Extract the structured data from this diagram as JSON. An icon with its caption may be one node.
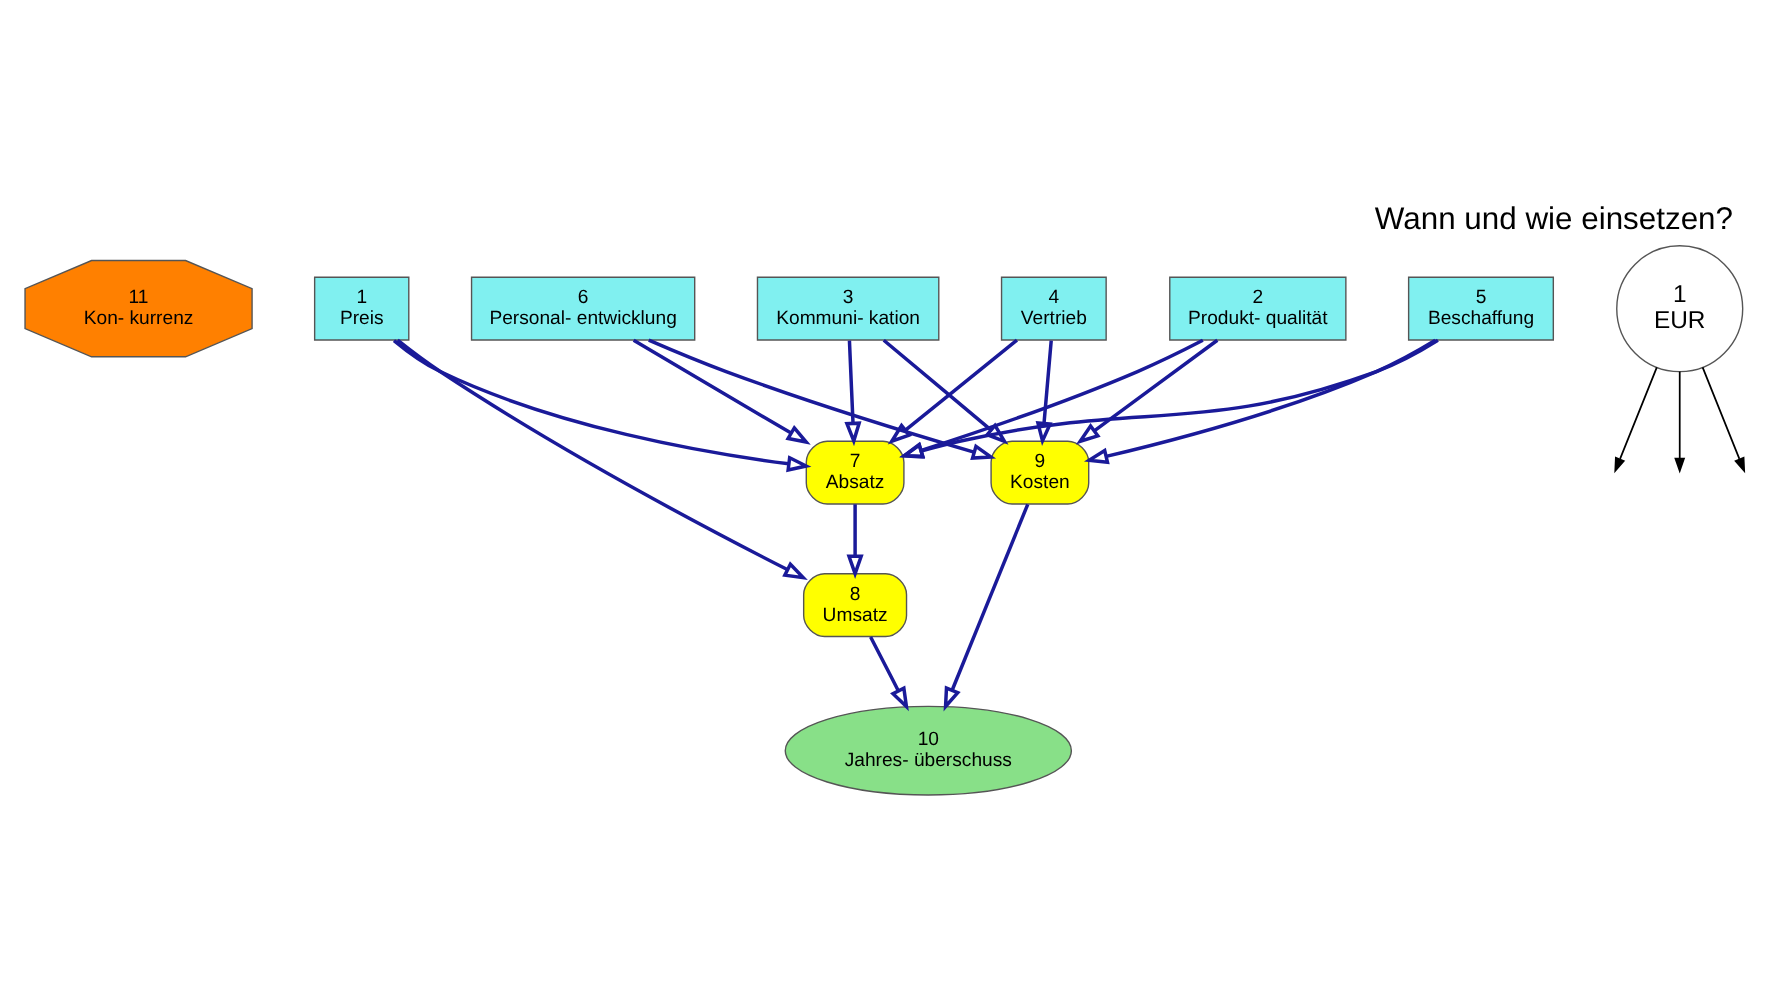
{
  "diagram": {
    "title": "Wann und wie einsetzen?",
    "nodes": [
      {
        "text": [
          "11",
          "Kon- kurrenz"
        ]
      },
      {
        "text": [
          "3",
          "Kommuni- kation"
        ]
      },
      {
        "text": [
          "4",
          "Vertrieb"
        ]
      },
      {
        "text": [
          "1",
          "EUR"
        ]
      },
      {
        "text": [
          "2",
          "Produkt- qualität"
        ]
      },
      {
        "text": [
          "5",
          "Beschaffung"
        ]
      },
      {
        "text": [
          "1",
          "Preis"
        ]
      },
      {
        "text": [
          "7",
          "Absatz"
        ]
      },
      {
        "text": [
          "6",
          "Personal- entwicklung"
        ]
      },
      {
        "text": [
          "8",
          "Umsatz"
        ]
      },
      {
        "text": [
          "9",
          "Kosten"
        ]
      },
      {
        "text": [
          "10",
          "Jahres- überschuss"
        ]
      }
    ],
    "edges": [
      {
        "from": 6,
        "to": 7,
        "arrow": "to"
      },
      {
        "from": 6,
        "to": 9,
        "arrow": "to"
      },
      {
        "from": 4,
        "to": 7,
        "arrow": "to"
      },
      {
        "from": 4,
        "to": 10,
        "arrow": "to"
      },
      {
        "from": 1,
        "to": 7,
        "arrow": "to"
      },
      {
        "from": 1,
        "to": 10,
        "arrow": "to"
      },
      {
        "from": 2,
        "to": 7,
        "arrow": "to"
      },
      {
        "from": 2,
        "to": 10,
        "arrow": "to"
      },
      {
        "from": 5,
        "to": 7,
        "arrow": "to"
      },
      {
        "from": 5,
        "to": 10,
        "arrow": "to"
      },
      {
        "from": 8,
        "to": 7,
        "arrow": "to"
      },
      {
        "from": 8,
        "to": 10,
        "arrow": "to"
      },
      {
        "from": 7,
        "to": 9,
        "arrow": "to"
      },
      {
        "from": 9,
        "to": 11,
        "arrow": "to"
      },
      {
        "from": 10,
        "to": 11,
        "arrow": "to"
      },
      {
        "from": 3,
        "to": null,
        "arrow": "to",
        "color": "#000000"
      },
      {
        "from": 3,
        "to": null,
        "arrow": "to",
        "color": "#000000"
      },
      {
        "from": 3,
        "to": null,
        "arrow": "to",
        "color": "#000000"
      }
    ]
  }
}
